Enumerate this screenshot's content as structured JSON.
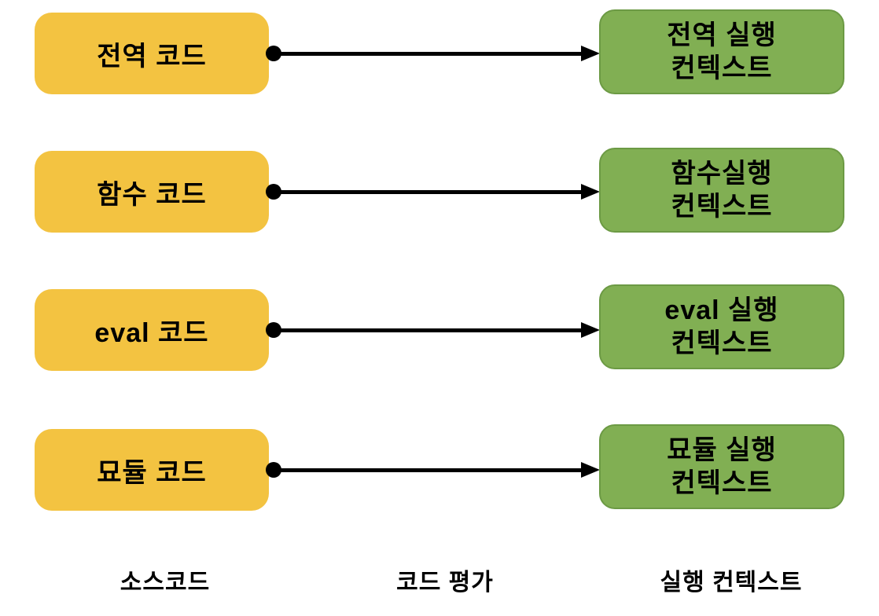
{
  "diagram": {
    "rows": [
      {
        "source": "전역 코드",
        "target": {
          "line1": "전역 실행",
          "line2": "컨텍스트"
        }
      },
      {
        "source": "함수 코드",
        "target": {
          "line1": "함수실행",
          "line2": "컨텍스트"
        }
      },
      {
        "source": "eval 코드",
        "target": {
          "line1": "eval 실행",
          "line2": "컨텍스트"
        }
      },
      {
        "source": "묘듈 코드",
        "target": {
          "line1": "묘듈 실행",
          "line2": "컨텍스트"
        }
      }
    ],
    "footer": {
      "source_label": "소스코드",
      "process_label": "코드 평가",
      "result_label": "실행 컨텍스트"
    },
    "colors": {
      "source_box_fill": "#F3C341",
      "target_box_fill": "#81AF53",
      "target_box_border": "#6C9A44",
      "arrow": "#000000"
    }
  }
}
